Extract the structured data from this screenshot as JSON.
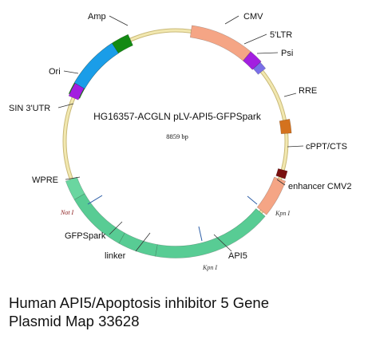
{
  "plasmid": {
    "name": "HG16357-ACGLN pLV-API5-GFPSpark",
    "size": "8859 bp"
  },
  "features": [
    {
      "id": "amp",
      "label": "Amp",
      "color": "#138a13"
    },
    {
      "id": "cmv",
      "label": "CMV",
      "color": "#f5a585"
    },
    {
      "id": "5ltr",
      "label": "5'LTR",
      "color": "#a31fe0"
    },
    {
      "id": "psi",
      "label": "Psi",
      "color": "#7a6fe8"
    },
    {
      "id": "rre",
      "label": "RRE",
      "color": "#d4721e"
    },
    {
      "id": "cppt",
      "label": "cPPT/CTS",
      "color": "#7a1010"
    },
    {
      "id": "enhancer-cmv2",
      "label": "enhancer CMV2",
      "color": "#f5a585"
    },
    {
      "id": "api5",
      "label": "API5",
      "color": "#58cc94"
    },
    {
      "id": "linker",
      "label": "linker",
      "color": "#58cc94"
    },
    {
      "id": "gfpspark",
      "label": "GFPSpark",
      "color": "#58cc94"
    },
    {
      "id": "wpre",
      "label": "WPRE",
      "color": "#6ad6a0"
    },
    {
      "id": "sin3utr",
      "label": "SIN 3'UTR",
      "color": "#a31fe0"
    },
    {
      "id": "ori",
      "label": "Ori",
      "color": "#1a9de8"
    }
  ],
  "sites": [
    {
      "id": "kpn1-a",
      "label": "Kpn I"
    },
    {
      "id": "kpn1-b",
      "label": "Kpn I"
    },
    {
      "id": "not1",
      "label": "Not I"
    }
  ],
  "caption": {
    "line1": "Human API5/Apoptosis inhibitor 5 Gene",
    "line2": "Plasmid Map 33628"
  },
  "colors": {
    "backbone": "#f2e8b0",
    "backbone_edge": "#c9b978"
  }
}
